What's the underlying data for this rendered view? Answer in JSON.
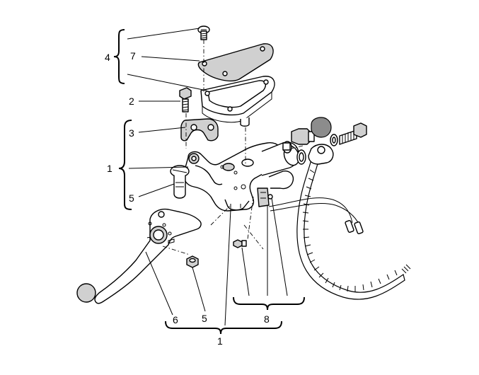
{
  "callouts": {
    "l4": "4",
    "l7": "7",
    "l2": "2",
    "l3": "3",
    "l1_left": "1",
    "l5_left": "5",
    "l6": "6",
    "l5_bottom": "5",
    "l8": "8",
    "l1_bottom": "1"
  }
}
